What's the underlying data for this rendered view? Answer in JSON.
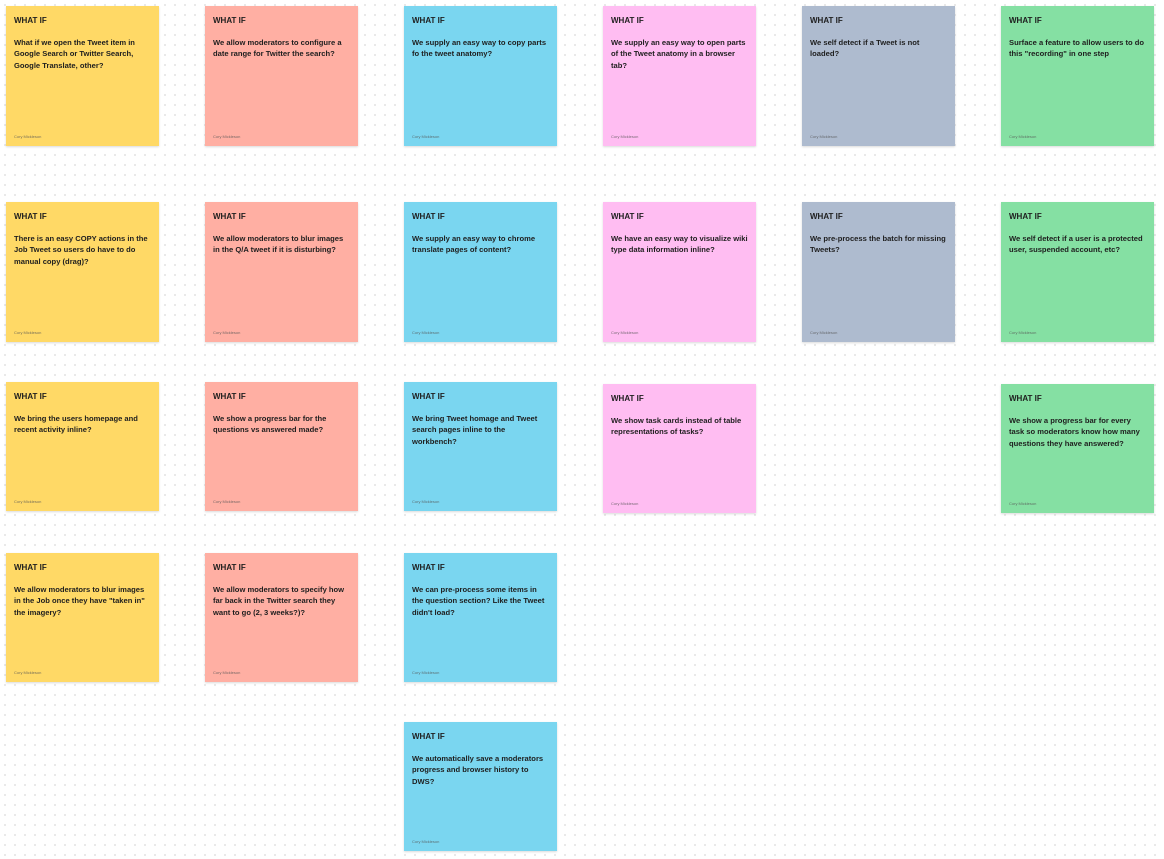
{
  "colors": {
    "yellow": "#FFD966",
    "salmon": "#FFAFA3",
    "blue": "#7AD6F0",
    "pink": "#FFBDF2",
    "gray": "#AEBBCF",
    "green": "#85E0A3"
  },
  "stickies": [
    {
      "color": "yellow",
      "title": "WHAT IF",
      "body": "What if we open the Tweet item in Google Search or Twitter Search, Google Translate, other?",
      "author": "Cory Mickleson"
    },
    {
      "color": "salmon",
      "title": "WHAT IF",
      "body": "We allow moderators to configure a date range for Twitter the search?",
      "author": "Cory Mickleson"
    },
    {
      "color": "blue",
      "title": "WHAT IF",
      "body": "We supply an easy way to copy parts fo the tweet anatomy?",
      "author": "Cory Mickleson"
    },
    {
      "color": "pink",
      "title": "WHAT IF",
      "body": "We supply an easy way to open parts of the Tweet anatomy in a browser tab?",
      "author": "Cory Mickleson"
    },
    {
      "color": "gray",
      "title": "WHAT IF",
      "body": "We self detect if a Tweet is not loaded?",
      "author": "Cory Mickleson"
    },
    {
      "color": "green",
      "title": "WHAT IF",
      "body": "Surface a feature to allow users to do this \"recording\" in one step",
      "author": "Cory Mickleson"
    },
    {
      "color": "yellow",
      "title": "WHAT IF",
      "body": "There is an easy COPY actions in the Job Tweet so users do have to do manual copy (drag)?",
      "author": "Cory Mickleson"
    },
    {
      "color": "salmon",
      "title": "WHAT IF",
      "body": "We allow moderators to blur images in the Q/A tweet if it is disturbing?",
      "author": "Cory Mickleson"
    },
    {
      "color": "blue",
      "title": "WHAT IF",
      "body": "We supply an easy way to chrome translate pages of content?",
      "author": "Cory Mickleson"
    },
    {
      "color": "pink",
      "title": "WHAT IF",
      "body": "We have an easy way to visualize wiki type data information inline?",
      "author": "Cory Mickleson"
    },
    {
      "color": "gray",
      "title": "WHAT IF",
      "body": "We pre-process the batch for missing Tweets?",
      "author": "Cory Mickleson"
    },
    {
      "color": "green",
      "title": "WHAT IF",
      "body": "We self detect if a user is a protected user, suspended account, etc?",
      "author": "Cory Mickleson"
    },
    {
      "color": "yellow",
      "title": "WHAT IF",
      "body": "We bring the users homepage and recent activity inline?",
      "author": "Cory Mickleson"
    },
    {
      "color": "salmon",
      "title": "WHAT IF",
      "body": "We show a progress bar for the questions vs answered made?",
      "author": "Cory Mickleson"
    },
    {
      "color": "blue",
      "title": "WHAT IF",
      "body": "We bring Tweet homage and Tweet search pages inline to the workbench?",
      "author": "Cory Mickleson"
    },
    {
      "color": "pink",
      "title": "WHAT IF",
      "body": "We show task cards instead of table representations of tasks?",
      "author": "Cory Mickleson"
    },
    {
      "color": "green",
      "title": "WHAT IF",
      "body": "We show a progress bar for every task so moderators know how many questions they have answered?",
      "author": "Cory Mickleson"
    },
    {
      "color": "yellow",
      "title": "WHAT IF",
      "body": "We allow moderators to blur images in the Job once they have \"taken in\" the imagery?",
      "author": "Cory Mickleson"
    },
    {
      "color": "salmon",
      "title": "WHAT IF",
      "body": "We allow moderators to specify how far back in the Twitter search they want to go (2, 3 weeks?)?",
      "author": "Cory Mickleson"
    },
    {
      "color": "blue",
      "title": "WHAT IF",
      "body": "We can pre-process some items in the question section? Like the Tweet didn't load?",
      "author": "Cory Mickleson"
    },
    {
      "color": "blue",
      "title": "WHAT IF",
      "body": "We automatically save a moderators progress and browser history to DWS?",
      "author": "Cory Mickleson"
    }
  ]
}
